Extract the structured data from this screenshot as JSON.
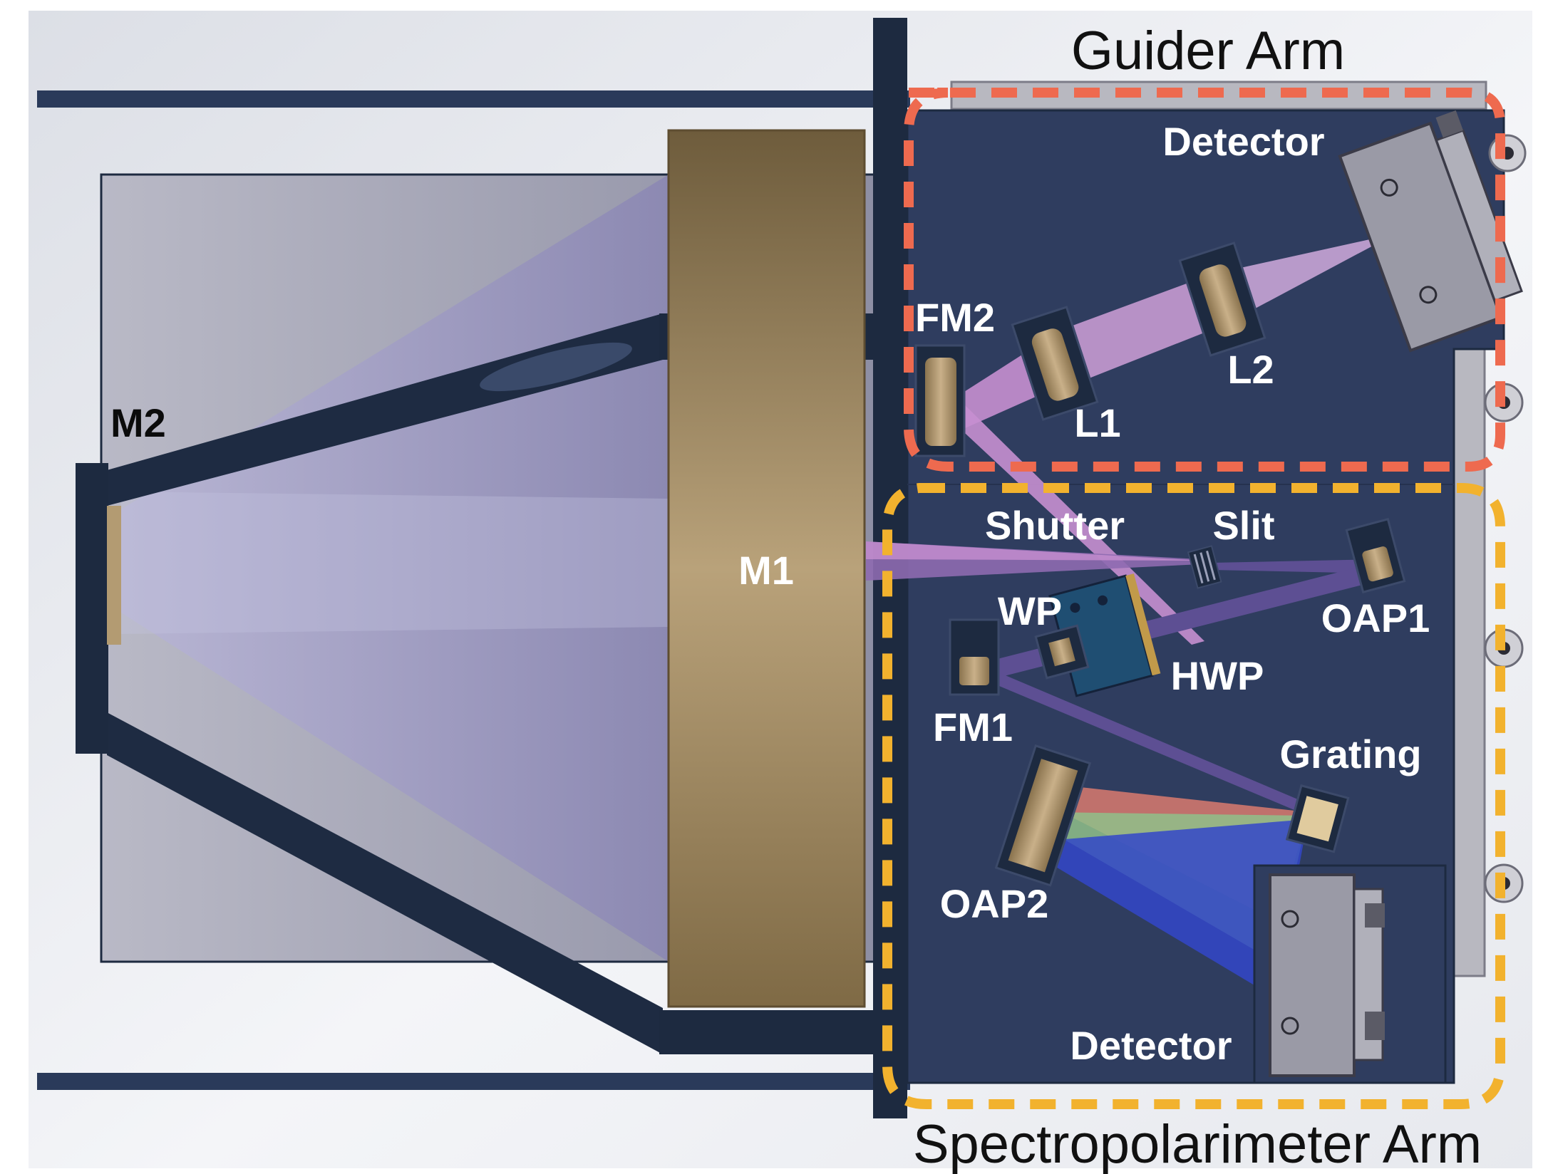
{
  "arms": {
    "guider": {
      "title": "Guider Arm",
      "color": "#ee6a4f"
    },
    "spectro": {
      "title": "Spectropolarimeter Arm",
      "color": "#f2b22e"
    }
  },
  "labels": {
    "m2": "M2",
    "m1": "M1",
    "fm2": "FM2",
    "l1": "L1",
    "l2": "L2",
    "guider_detector": "Detector",
    "shutter": "Shutter",
    "slit": "Slit",
    "oap1": "OAP1",
    "wp": "WP",
    "hwp": "HWP",
    "fm1": "FM1",
    "grating": "Grating",
    "oap2": "OAP2",
    "spectro_detector": "Detector"
  },
  "colors": {
    "structure": "#1d2a40",
    "bench": "#2f3d5f",
    "mirror_gold": "#b39b72",
    "beam_pink": "#c78fd0",
    "beam_purple": "#5d4f93",
    "detector_gray": "#9a9aa6",
    "spectrum_red": "#d97a6e",
    "spectrum_green": "#8fc08a",
    "spectrum_blue": "#3346c9"
  }
}
